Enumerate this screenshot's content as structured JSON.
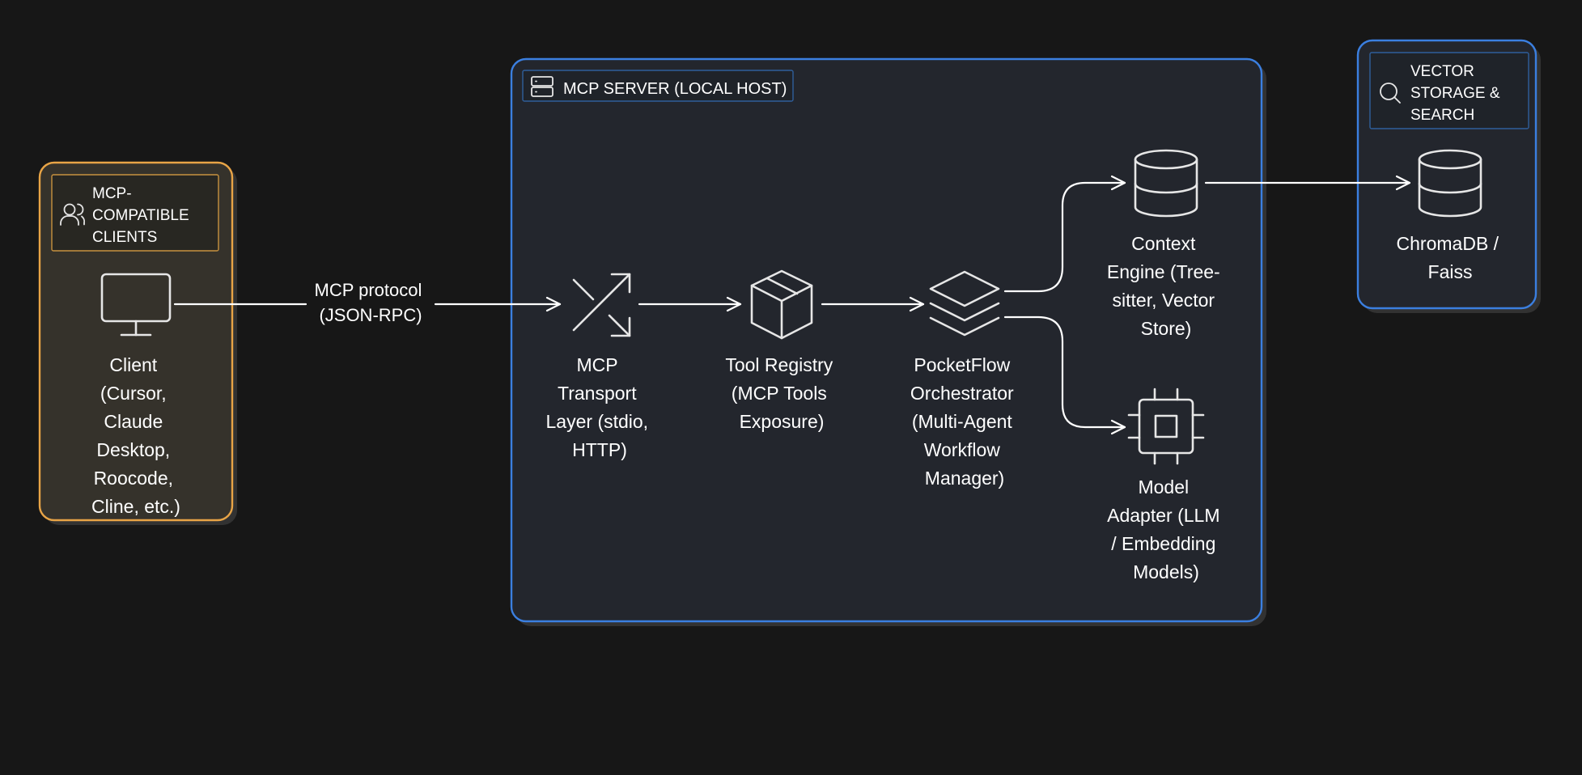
{
  "colors": {
    "background": "#171717",
    "group_fill": "#23262d",
    "clients_border": "#e8a446",
    "clients_fill": "#35322b",
    "server_border": "#3b7fe0",
    "storage_border": "#3b7fe0",
    "text": "#ffffff"
  },
  "groups": {
    "clients": {
      "label": [
        "MCP-",
        "COMPATIBLE",
        "CLIENTS"
      ],
      "icon": "users-icon"
    },
    "server": {
      "label": [
        "MCP SERVER (LOCAL HOST)"
      ],
      "icon": "server-icon"
    },
    "storage": {
      "label": [
        "VECTOR",
        "STORAGE &",
        "SEARCH"
      ],
      "icon": "search-icon"
    }
  },
  "nodes": {
    "client": {
      "icon": "monitor-icon",
      "label": [
        "Client",
        "(Cursor,",
        "Claude",
        "Desktop,",
        "Roocode,",
        "Cline, etc.)"
      ]
    },
    "transport": {
      "icon": "shuffle-icon",
      "label": [
        "MCP",
        "Transport",
        "Layer (stdio,",
        "HTTP)"
      ]
    },
    "registry": {
      "icon": "package-icon",
      "label": [
        "Tool Registry",
        "(MCP Tools",
        "Exposure)"
      ]
    },
    "orchestrator": {
      "icon": "layers-icon",
      "label": [
        "PocketFlow",
        "Orchestrator",
        "(Multi-Agent",
        "Workflow",
        "Manager)"
      ]
    },
    "context": {
      "icon": "database-icon",
      "label": [
        "Context",
        "Engine (Tree-",
        "sitter, Vector",
        "Store)"
      ]
    },
    "model": {
      "icon": "cpu-icon",
      "label": [
        "Model",
        "Adapter (LLM",
        "/ Embedding",
        "Models)"
      ]
    },
    "chroma": {
      "icon": "database-icon",
      "label": [
        "ChromaDB /",
        "Faiss"
      ]
    }
  },
  "edges": [
    {
      "from": "client",
      "to": "transport",
      "label": [
        "MCP protocol",
        "(JSON-RPC)"
      ]
    },
    {
      "from": "transport",
      "to": "registry"
    },
    {
      "from": "registry",
      "to": "orchestrator"
    },
    {
      "from": "orchestrator",
      "to": "context"
    },
    {
      "from": "orchestrator",
      "to": "model"
    },
    {
      "from": "context",
      "to": "chroma"
    }
  ]
}
